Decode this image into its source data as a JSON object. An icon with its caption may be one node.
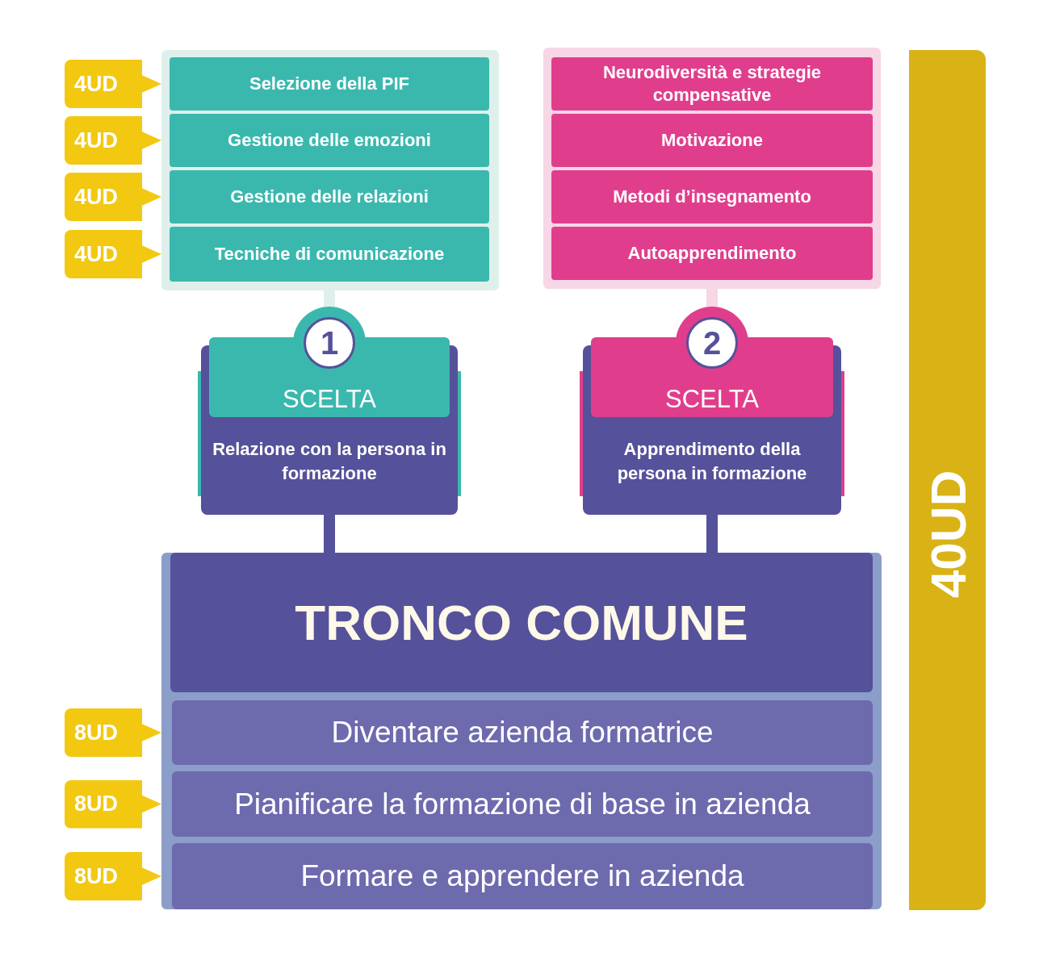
{
  "diagram": {
    "nodes": [
      {
        "text": [],
        "shape": "box"
      },
      {
        "text": [
          "Selezione della PIF"
        ],
        "in": 0,
        "beside": [
          "4UD"
        ]
      },
      {
        "text": [
          "Gestione delle emozioni"
        ],
        "in": 0,
        "beside": [
          "4UD"
        ]
      },
      {
        "text": [
          "Gestione delle relazioni"
        ],
        "in": 0,
        "beside": [
          "4UD"
        ]
      },
      {
        "text": [
          "Tecniche di comunicazione"
        ],
        "in": 0,
        "beside": [
          "4UD"
        ]
      },
      {
        "text": [],
        "shape": "box"
      },
      {
        "text": [
          "Neurodiversità e strategie compensative"
        ],
        "in": 5
      },
      {
        "text": [
          "Motivazione"
        ],
        "in": 5
      },
      {
        "text": [
          "Metodi d’insegnamento"
        ],
        "in": 5
      },
      {
        "text": [
          "Autoapprendimento"
        ],
        "in": 5
      },
      {
        "text": [
          "1",
          "SCELTA",
          "Relazione con la persona in formazione"
        ]
      },
      {
        "text": [
          "2",
          "SCELTA",
          "Apprendimento della persona in formazione"
        ]
      },
      {
        "text": [],
        "shape": "box"
      },
      {
        "text": [
          "TRONCO COMUNE"
        ],
        "in": 12
      },
      {
        "text": [
          "Diventare azienda formatrice"
        ],
        "in": 12,
        "beside": [
          "8UD"
        ]
      },
      {
        "text": [
          "Pianificare la formazione di base in azienda"
        ],
        "in": 12,
        "beside": [
          "8UD"
        ]
      },
      {
        "text": [
          "Formare e apprendere in azienda"
        ],
        "in": 12,
        "beside": [
          "8UD"
        ]
      },
      {
        "text": [
          "40UD"
        ]
      }
    ],
    "edges": [
      {
        "from": 0,
        "to": 10,
        "arrow": "none",
        "color": "#dff0ec"
      },
      {
        "from": 5,
        "to": 11,
        "arrow": "none",
        "color": "#f7d6e6"
      },
      {
        "from": 10,
        "to": 13,
        "arrow": "none",
        "color": "#55519a"
      },
      {
        "from": 11,
        "to": 13,
        "arrow": "none",
        "color": "#55519a"
      }
    ]
  }
}
